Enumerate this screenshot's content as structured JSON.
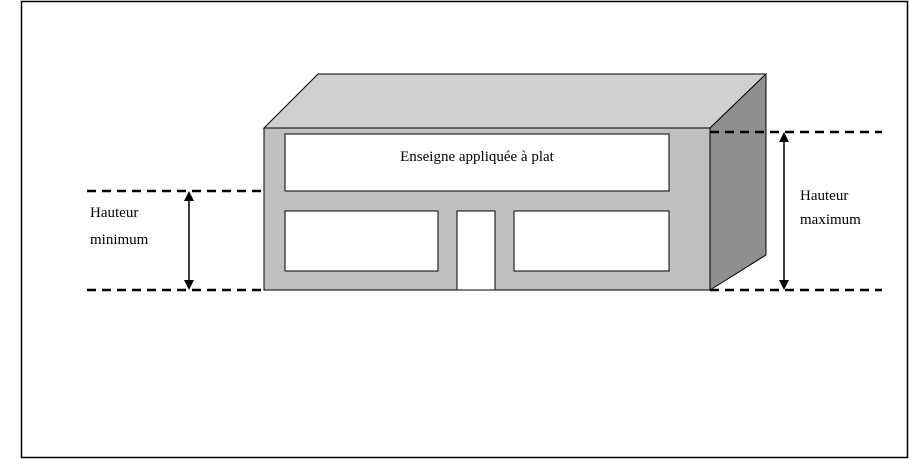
{
  "sign_label": "Enseigne appliquée à plat",
  "min_height": {
    "line1": "Hauteur",
    "line2": "minimum"
  },
  "max_height": {
    "line1": "Hauteur",
    "line2": "maximum"
  },
  "colors": {
    "facade": "#c0c0c0",
    "roof": "#d0d0d0",
    "side_wall": "#8f8f8f",
    "outline": "#000000",
    "panel": "#ffffff"
  }
}
